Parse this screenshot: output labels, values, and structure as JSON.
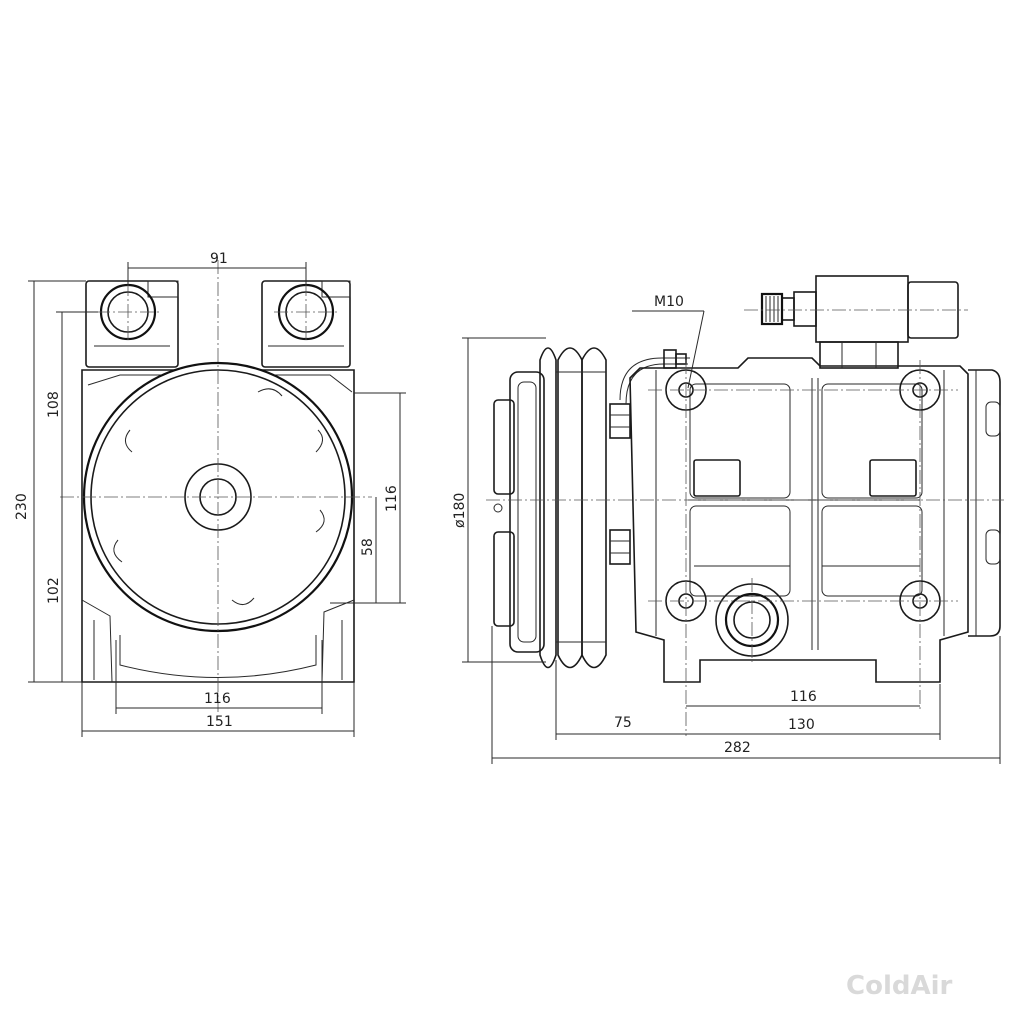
{
  "drawing": {
    "front_view": {
      "dims": {
        "port_spacing": "91",
        "overall_height": "230",
        "upper_height": "108",
        "lower_height": "102",
        "right_height": "116",
        "shaft_height": "58",
        "mount_width": "116",
        "overall_width": "151"
      }
    },
    "side_view": {
      "thread_callout": "M10",
      "pulley_diameter": "ø180",
      "dims": {
        "mount_spacing": "116",
        "pulley_offset": "75",
        "body_length": "130",
        "overall_length": "282"
      }
    },
    "watermark": "ColdAir"
  }
}
